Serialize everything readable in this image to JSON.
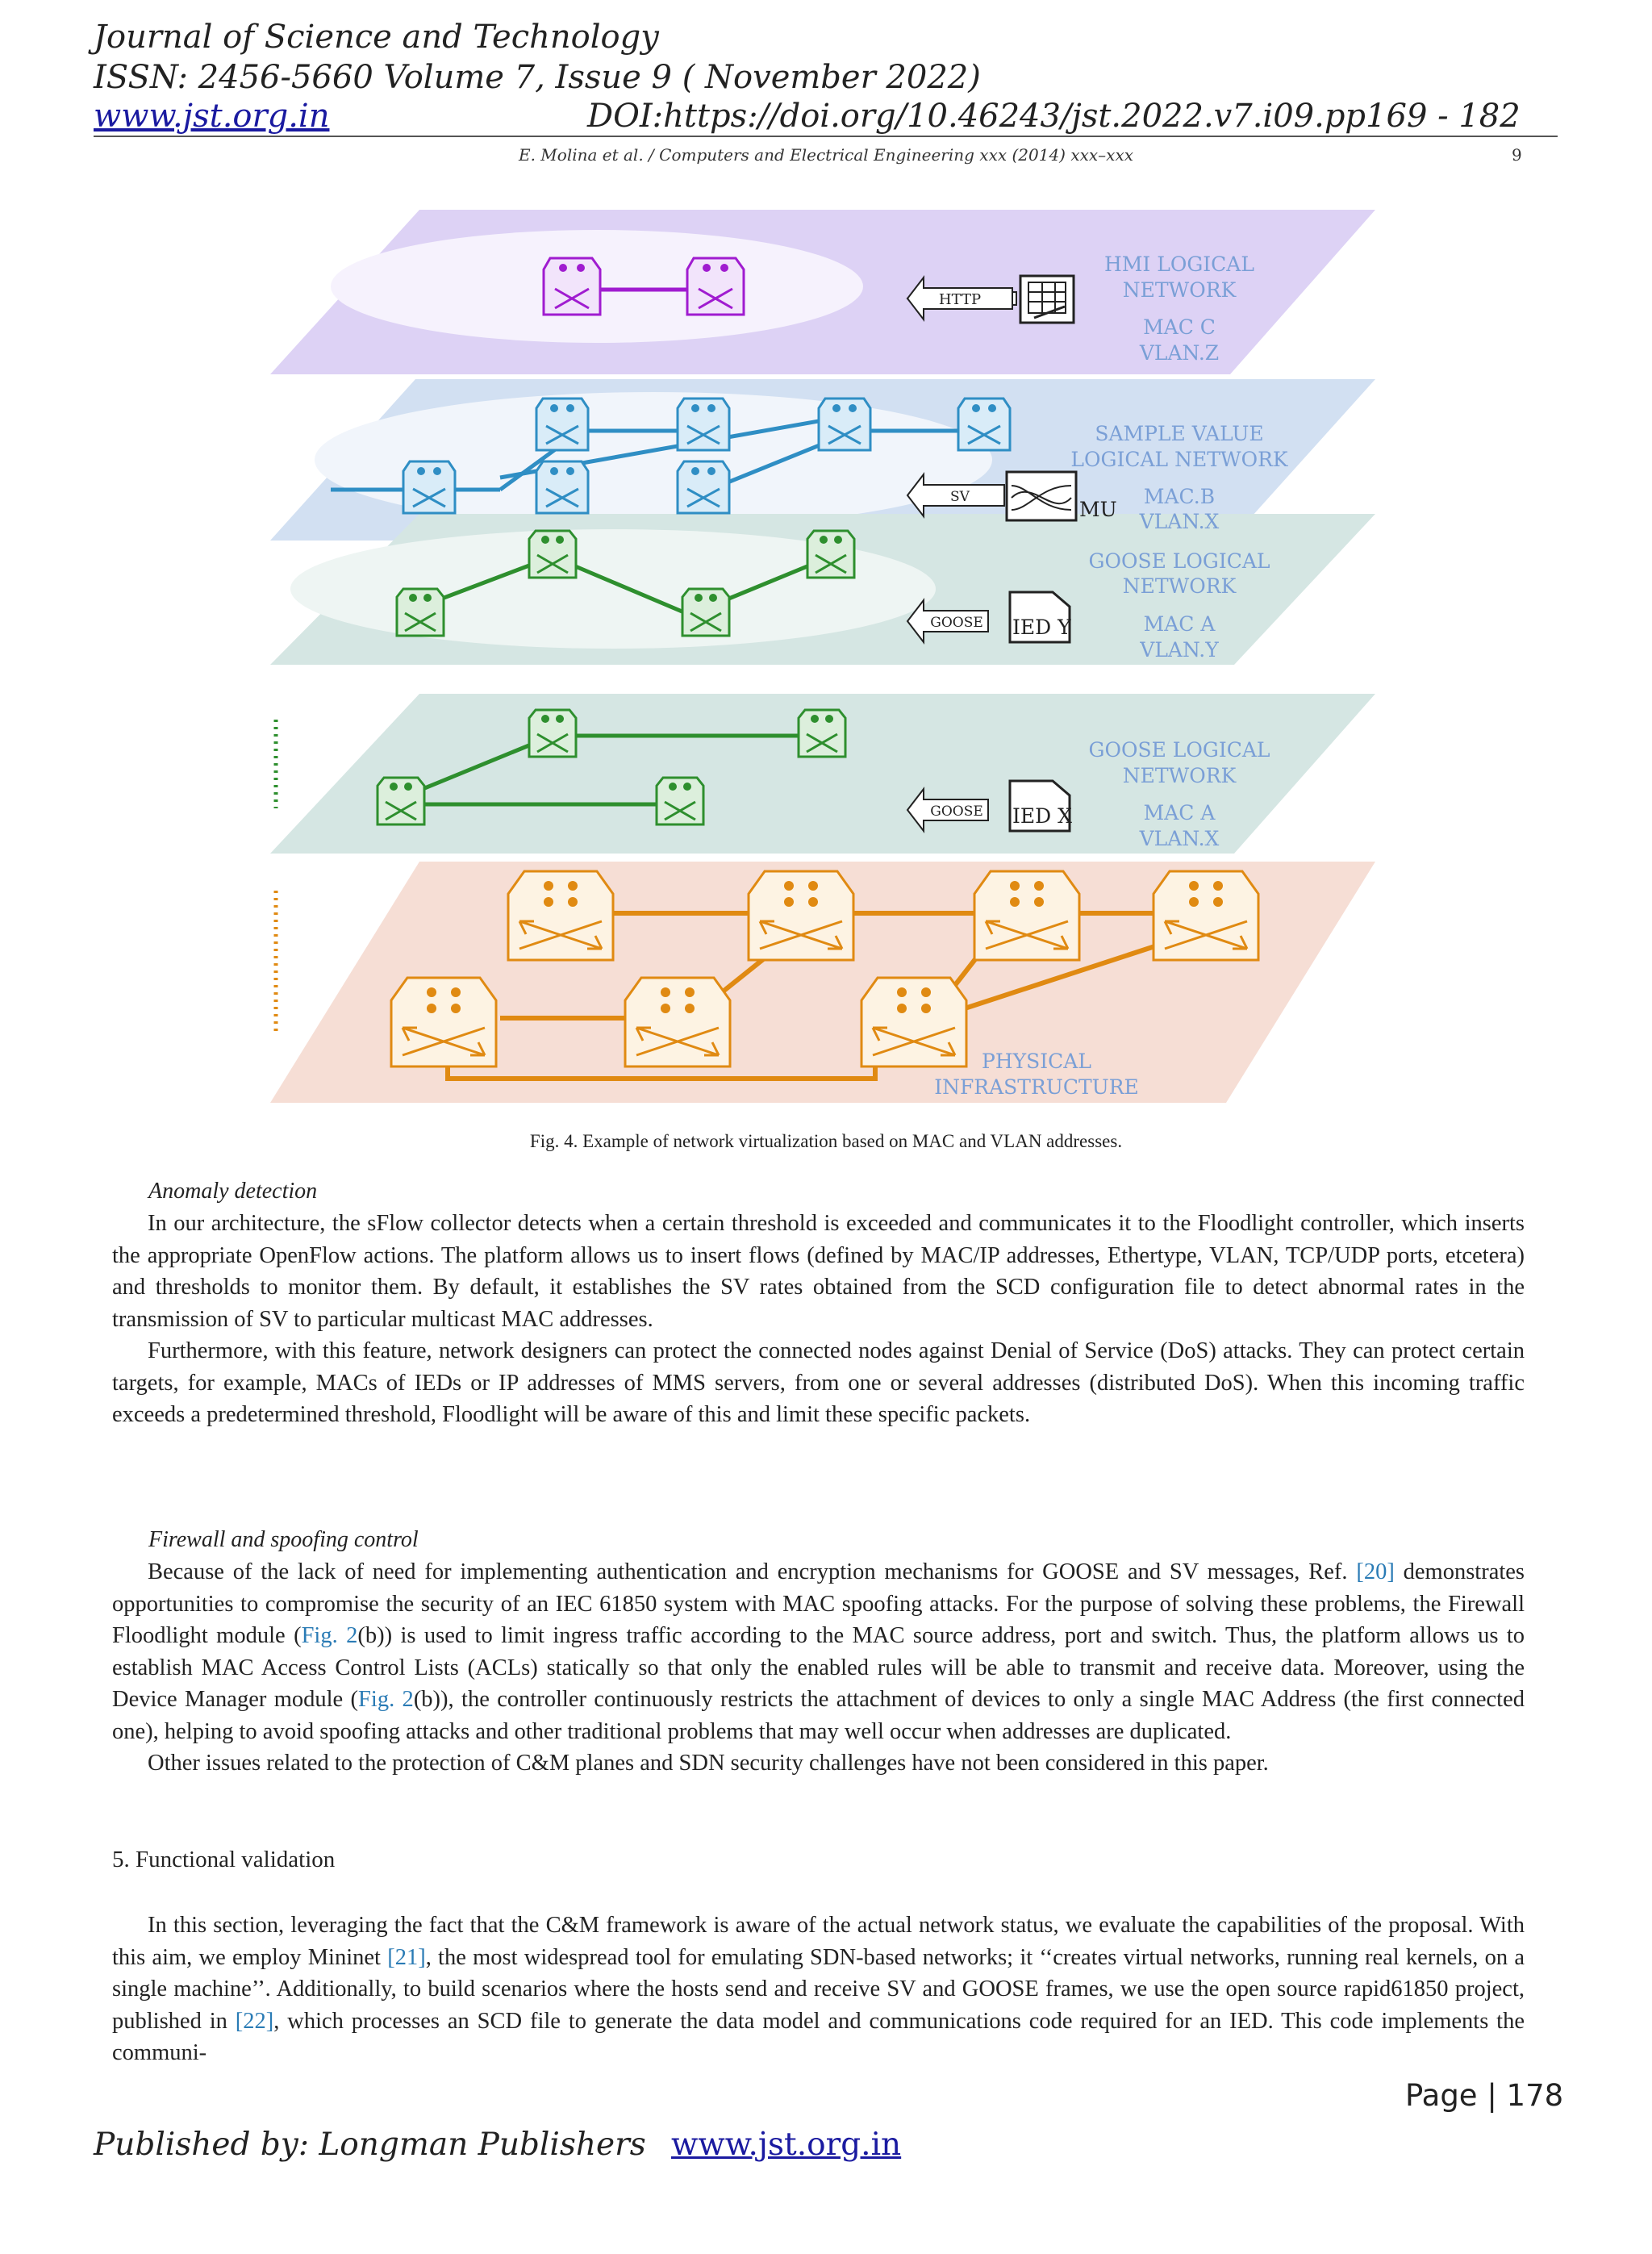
{
  "journal": {
    "title": "Journal of Science and Technology",
    "issn": "ISSN: 2456-5660 Volume 7, Issue 9 ( November 2022)",
    "website": "www.jst.org.in",
    "doi": "DOI:https://doi.org/10.46243/jst.2022.v7.i09.pp169 - 182"
  },
  "running_head": {
    "text": "E. Molina et al. / Computers and Electrical Engineering xxx (2014) xxx–xxx",
    "page": "9"
  },
  "figure": {
    "layers": {
      "hmi": {
        "name_line1": "HMI LOGICAL",
        "name_line2": "NETWORK",
        "mac": "MAC C",
        "vlan": "VLAN.Z",
        "arrow": "HTTP"
      },
      "sv": {
        "name_line1": "SAMPLE VALUE",
        "name_line2": "LOGICAL NETWORK",
        "mac": "MAC.B",
        "vlan": "VLAN.X",
        "arrow": "SV",
        "device": "MU"
      },
      "goose_y": {
        "name_line1": "GOOSE LOGICAL",
        "name_line2": "NETWORK",
        "mac": "MAC A",
        "vlan": "VLAN.Y",
        "arrow": "GOOSE",
        "device": "IED Y"
      },
      "goose_x": {
        "name_line1": "GOOSE LOGICAL",
        "name_line2": "NETWORK",
        "mac": "MAC A",
        "vlan": "VLAN.X",
        "arrow": "GOOSE",
        "device": "IED X"
      },
      "physical": {
        "name_line1": "PHYSICAL",
        "name_line2": "INFRASTRUCTURE"
      }
    },
    "caption": "Fig. 4.  Example of network virtualization based on MAC and VLAN addresses.",
    "colors": {
      "hmi": "#a01cd0",
      "sv": "#2f8ec4",
      "goose": "#2e8f2e",
      "physical": "#e08a12",
      "label": "#7a9fd6"
    }
  },
  "sections": {
    "anomaly_heading": "Anomaly  detection",
    "anomaly_p1": "In our architecture, the sFlow collector detects when a certain threshold is exceeded and communicates it to the Floodlight controller, which inserts the appropriate OpenFlow actions. The platform allows us to insert flows (defined by MAC/IP addresses, Ethertype, VLAN, TCP/UDP ports, etcetera) and thresholds to monitor them. By default, it establishes the SV rates obtained from the SCD configuration file to detect abnormal rates in the transmission of SV to particular multicast MAC addresses.",
    "anomaly_p2": "Furthermore, with this feature, network designers can protect the connected nodes against Denial of Service (DoS) attacks. They can protect certain targets, for example, MACs of IEDs or IP addresses of MMS servers, from one or several addresses (distributed DoS). When this incoming traffic exceeds a predetermined threshold, Floodlight will be aware of this and limit these specific packets.",
    "firewall_heading": "Firewall and spoofing control",
    "firewall_p1_a": "Because of the lack of need for implementing authentication and encryption mechanisms for GOOSE and SV messages, Ref. ",
    "firewall_p1_ref1": "[20]",
    "firewall_p1_b": " demonstrates opportunities to compromise the security of an IEC 61850 system with MAC spoofing attacks. For the purpose of solving these problems, the Firewall Floodlight module (",
    "firewall_p1_ref2": "Fig. 2",
    "firewall_p1_c": "(b)) is used to limit ingress traffic according to the MAC source address, port and switch. Thus, the platform allows us to establish MAC Access Control Lists (ACLs) statically so that only the enabled rules will be able to transmit and receive data. Moreover, using the Device Manager module (",
    "firewall_p1_ref3": "Fig. 2",
    "firewall_p1_d": "(b)), the controller continuously restricts the attachment of devices to only a single MAC Address (the first connected one), helping to avoid spoofing attacks and other traditional problems that may well occur when addresses are duplicated.",
    "firewall_p2": "Other issues related to the protection of C&M planes and SDN security challenges have not been considered in this paper.",
    "validation_heading": "5. Functional  validation",
    "validation_p1_a": "In this section, leveraging the fact that the C&M framework is aware of the actual network status, we evaluate the capabilities of the proposal. With this aim, we employ Mininet ",
    "validation_p1_ref1": "[21]",
    "validation_p1_b": ", the most widespread tool for emulating SDN-based networks; it ‘‘creates virtual networks, running real kernels, on a single machine’’. Additionally, to build scenarios where the hosts send and receive SV and GOOSE frames, we use the open source rapid61850 project, published in ",
    "validation_p1_ref2": "[22]",
    "validation_p1_c": ", which processes an SCD file to generate the data model and communications code required for an IED. This code implements the communi-"
  },
  "footer": {
    "page": "Page | 178",
    "publisher": "Published by: Longman Publishers",
    "website": "www.jst.org.in"
  }
}
